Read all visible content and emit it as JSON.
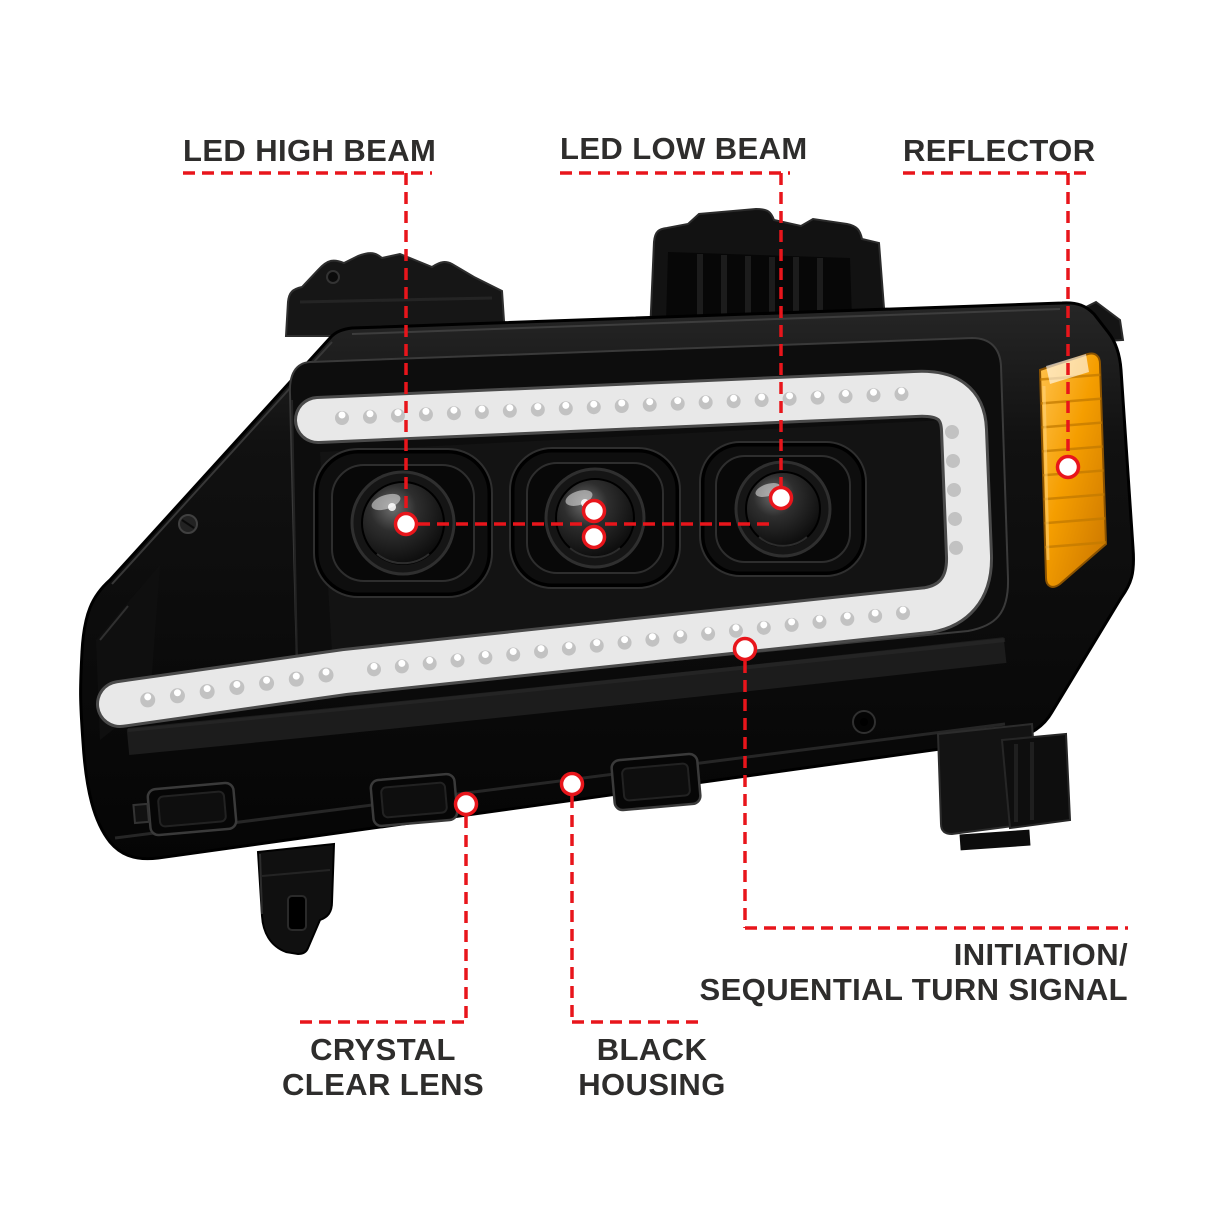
{
  "diagram": {
    "subject": "LED projector headlight assembly",
    "accent_color": "#e8151b",
    "text_color": "#2e2d2c",
    "callouts": {
      "led_high_beam": {
        "label": "LED HIGH BEAM"
      },
      "led_low_beam": {
        "label": "LED LOW BEAM"
      },
      "reflector": {
        "label": "REFLECTOR"
      },
      "turn_signal": {
        "line1": "INITIATION/",
        "line2": "SEQUENTIAL TURN SIGNAL"
      },
      "crystal_lens": {
        "line1": "CRYSTAL",
        "line2": "CLEAR LENS"
      },
      "black_housing": {
        "line1": "BLACK",
        "line2": "HOUSING"
      }
    },
    "illustration": {
      "parts": [
        "black-housing",
        "crystal-clear-lens",
        "led-drl-light-bar",
        "projector-high-beam",
        "projector-center",
        "projector-low-beam",
        "amber-side-reflector",
        "mounting-brackets",
        "wiring-connectors"
      ],
      "colors": {
        "housing_black": "#0b0b0b",
        "drl_bar": "#e8e8e8",
        "reflector_amber": "#f59e00"
      }
    }
  }
}
